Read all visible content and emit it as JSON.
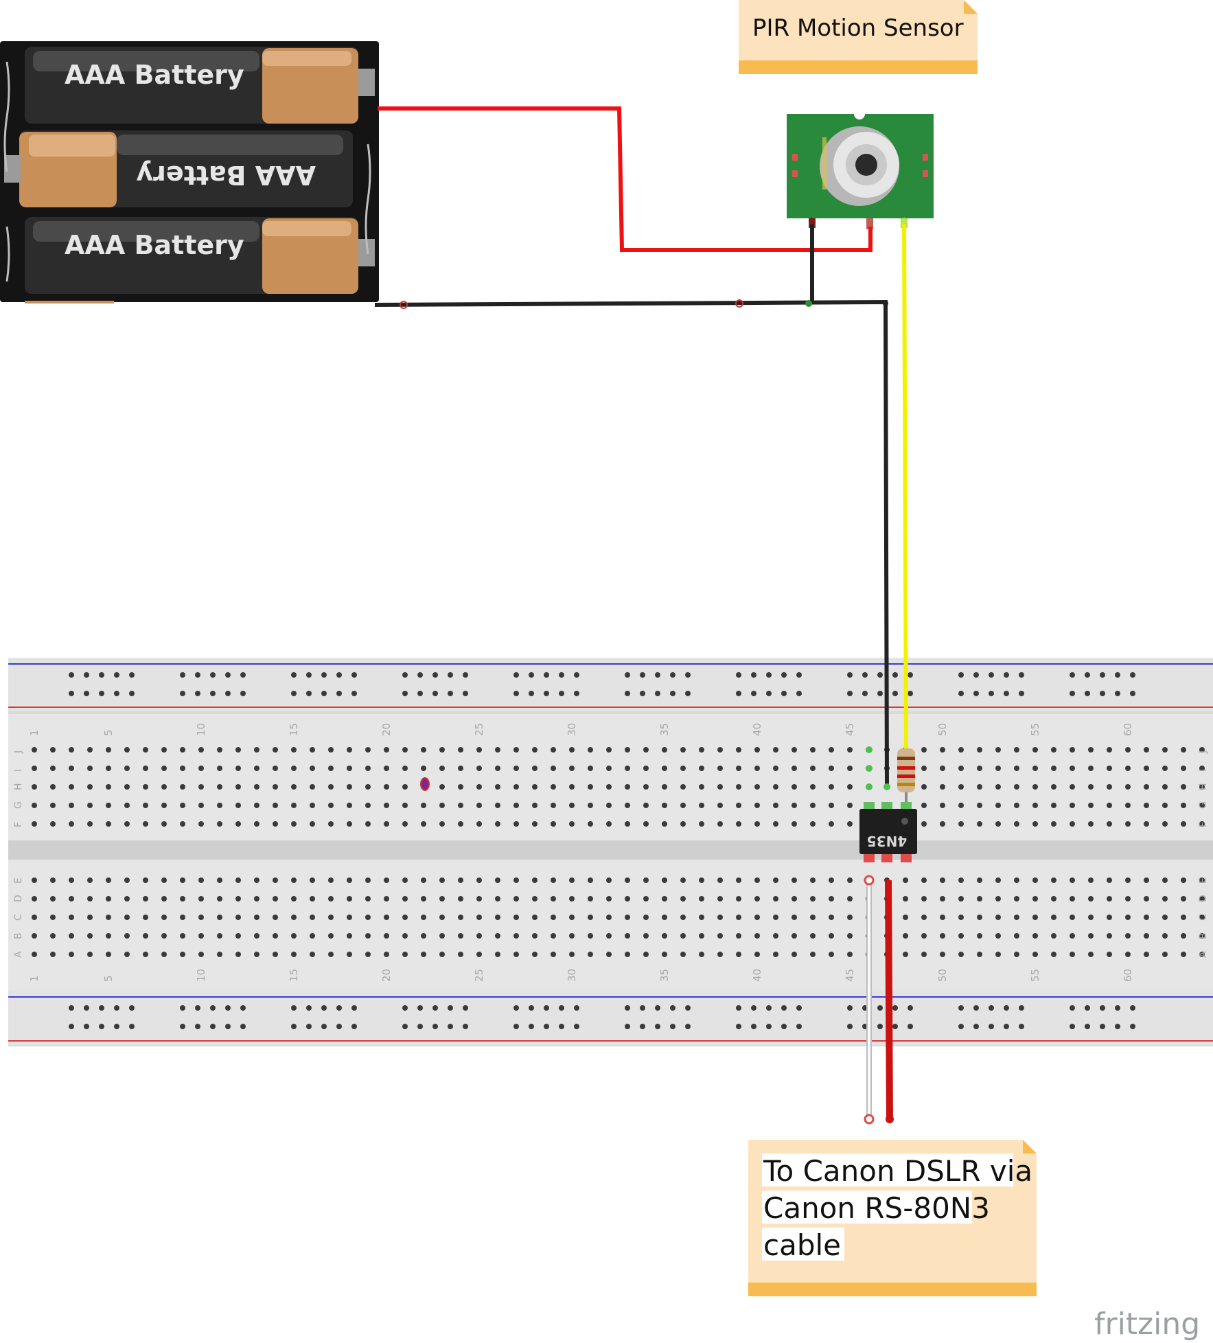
{
  "notes": {
    "pir_title": "PIR Motion Sensor",
    "canon_lines": [
      "To Canon DSLR via",
      "Canon RS-80N3",
      "cable"
    ]
  },
  "battery_pack": {
    "cells": [
      "AAA Battery",
      "AAA Battery",
      "AAA Battery"
    ]
  },
  "breadboard": {
    "column_numbers": [
      "1",
      "5",
      "10",
      "15",
      "20",
      "25",
      "30",
      "35",
      "40",
      "45",
      "50",
      "55",
      "60"
    ],
    "top_row_letters": [
      "J",
      "I",
      "H",
      "G",
      "F"
    ],
    "bottom_row_letters": [
      "E",
      "D",
      "C",
      "B",
      "A"
    ]
  },
  "chip": {
    "label": "4N35"
  },
  "branding": {
    "logo": "fritzing"
  },
  "colors": {
    "wire_red": "#ee1111",
    "wire_black": "#222222",
    "wire_yellow": "#f2f200",
    "wire_dark_red": "#cc1111",
    "pcb_green": "#2a8a3c",
    "note_fill": "#fde3bd",
    "note_bar": "#f8bb50"
  }
}
